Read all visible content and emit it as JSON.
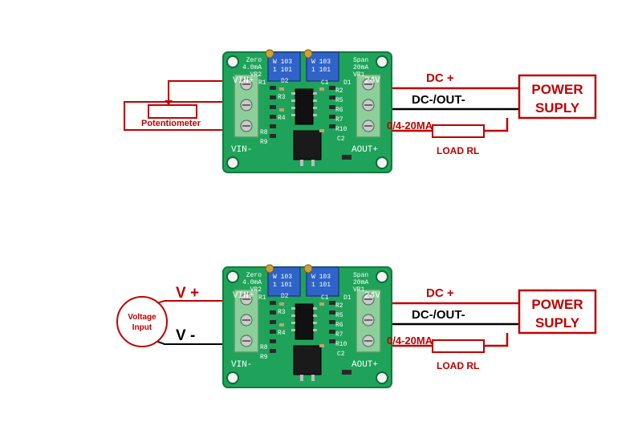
{
  "colors": {
    "wire_red": "#c00000",
    "wire_black": "#000000",
    "pcb_green": "#1fa35a",
    "pcb_dark": "#137a3f",
    "terminal_green": "#8ccf9a",
    "pot_blue": "#2f63c8"
  },
  "board": {
    "zero_label": "Zero",
    "zero_value": "4.0mA",
    "zero_vr": "VR2",
    "span_label": "Span",
    "span_value": "20mA",
    "span_vr": "VR1",
    "pot_code": "W 103",
    "pot_code2": "1 101",
    "vin_plus": "VIN+",
    "vin_minus": "VIN-",
    "v24": "24V",
    "aout_plus": "AOUT+",
    "comp_labels": [
      "R1",
      "D2",
      "R3",
      "R4",
      "R5",
      "R6",
      "R7",
      "R8",
      "R9",
      "R10",
      "C1",
      "C2",
      "D1",
      "R2"
    ]
  },
  "top_diagram": {
    "potentiometer_label": "Potentiometer",
    "dc_plus": "DC +",
    "dc_minus_out": "DC-/OUT-",
    "current_out": "0/4-20MA",
    "load_label": "LOAD RL",
    "power_supply_line1": "POWER",
    "power_supply_line2": "SUPLY"
  },
  "bottom_diagram": {
    "v_plus": "V +",
    "v_minus": "V -",
    "voltage_input_line1": "Voltage",
    "voltage_input_line2": "Input",
    "dc_plus": "DC +",
    "dc_minus_out": "DC-/OUT-",
    "current_out": "0/4-20MA",
    "load_label": "LOAD RL",
    "power_supply_line1": "POWER",
    "power_supply_line2": "SUPLY"
  }
}
